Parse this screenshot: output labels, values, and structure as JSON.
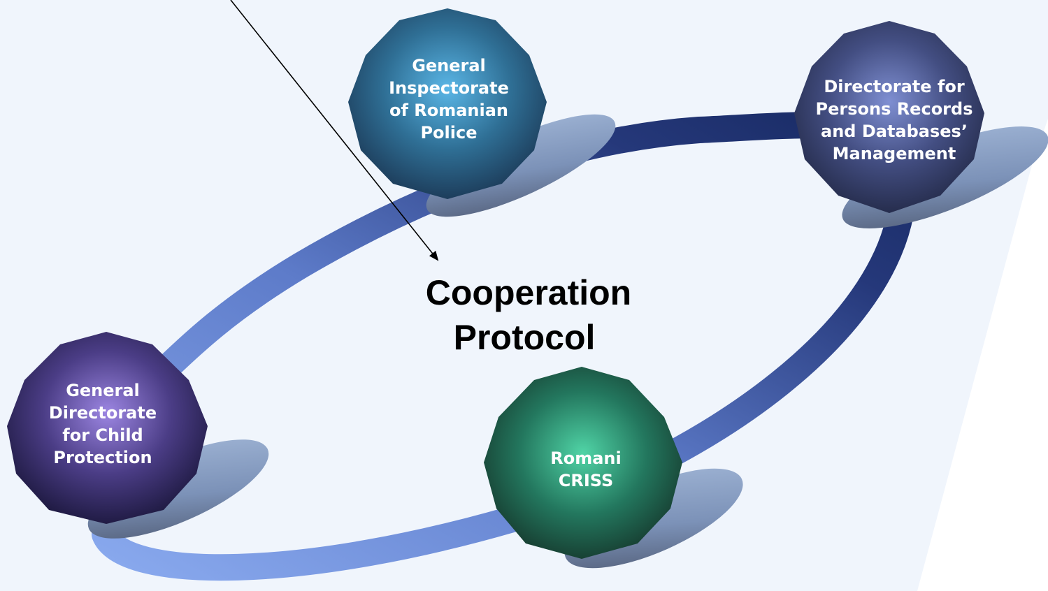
{
  "diagram": {
    "center": {
      "lines": [
        "Cooperation",
        "Protocol"
      ]
    },
    "nodes": [
      {
        "id": "police",
        "lines": [
          "General",
          "Inspectorate",
          "of Romanian",
          "Police"
        ],
        "color_center": "#5ab6e6",
        "color_edge": "#1d3d5b"
      },
      {
        "id": "persons-records",
        "lines": [
          "Directorate for",
          "Persons Records",
          "and Databases’",
          "Management"
        ],
        "color_center": "#7f8fd2",
        "color_edge": "#262d4d"
      },
      {
        "id": "child-protection",
        "lines": [
          "General",
          "Directorate",
          "for Child",
          "Protection"
        ],
        "color_center": "#9c86e2",
        "color_edge": "#201b44"
      },
      {
        "id": "romani-criss",
        "lines": [
          "Romani",
          "CRISS"
        ],
        "color_center": "#50d4a6",
        "color_edge": "#163a2e"
      }
    ],
    "colors": {
      "background": "#f0f5fc",
      "ring_light": "#7fa2ea",
      "ring_dark": "#182a63",
      "shadow": "#8aa0c2",
      "arrow": "#000000"
    }
  }
}
